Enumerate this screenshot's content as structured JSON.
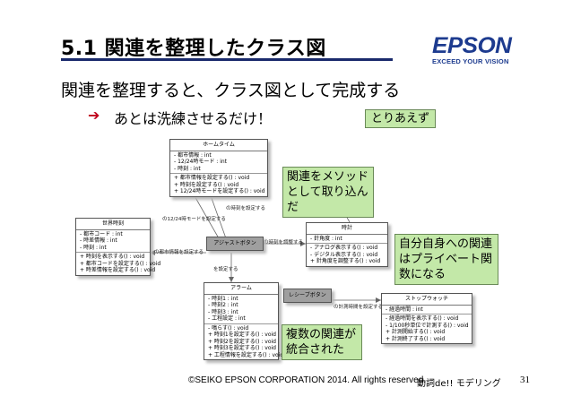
{
  "slide": {
    "title": "5.1 関連を整理したクラス図",
    "heading": "関連を整理すると、クラス図として完成する",
    "bullet_arrow": "➔",
    "bullet_text": "あとは洗練させるだけ！"
  },
  "logo": {
    "word": "EPSON",
    "tagline": "EXCEED YOUR VISION"
  },
  "callouts": {
    "toriaezu": "とりあえず",
    "method": "関連をメソッドとして取り込んだ",
    "self": "自分自身への関連はプライベート関数になる",
    "merged": "複数の関連が統合された"
  },
  "diagram": {
    "home_time": {
      "name": "ホームタイム",
      "attributes": [
        "- 都市情報 : int",
        "- 12/24時モード : int",
        "- 時刻 : int"
      ],
      "operations": [
        "+ 都市情報を設定する() : void",
        "+ 時刻を設定する() : void",
        "+ 12/24時モードを設定する() : void"
      ]
    },
    "world_time": {
      "name": "世界時刻",
      "attributes": [
        "- 都市コード : int",
        "- 時差情報 : int",
        "- 時刻 : int"
      ],
      "operations": [
        "+ 時刻を表示する() : void",
        "+ 都市コードを設定する() : void",
        "+ 時差情報を設定する() : void"
      ]
    },
    "adjust_button": {
      "name": "アジャストボタン"
    },
    "clock": {
      "name": "時計",
      "attributes": [
        "- 針角度 : int"
      ],
      "operations": [
        "- アナログ表示する() : void",
        "- デジタル表示する() : void",
        "+ 針角度を調整する() : void"
      ]
    },
    "alarm": {
      "name": "アラーム",
      "attributes": [
        "- 時刻1 : int",
        "- 時刻2 : int",
        "- 時刻3 : int",
        "- 工程設定 : int"
      ],
      "operations": [
        "- 鳴らす() : void",
        "+ 時刻1を設定する() : void",
        "+ 時刻2を設定する() : void",
        "+ 時刻3を設定する() : void",
        "+ 工程情報を設定する() : void"
      ]
    },
    "lap_button": {
      "name": "レシーブボタン"
    },
    "stopwatch": {
      "name": "ストップウォッチ",
      "attributes": [
        "- 経過時間 : int"
      ],
      "operations": [
        "- 経過時間を表示する() : void",
        "- 1/100秒単位で計測する() : void",
        "+ 計測開始する() : void",
        "+ 計測終了する() : void"
      ]
    },
    "associations": {
      "a1224": "の12/24時モードを設定する",
      "time_set": "の時刻を設定する",
      "city_set": "の都市情報を設定する",
      "hand_adjust": "の時刻を調整する",
      "alarm_set": "を設定する",
      "measure": "の計測時間を設定する"
    }
  },
  "footer": {
    "copyright": "©SEIKO EPSON CORPORATION 2014. All rights reserved.",
    "series": "動詞de!! モデリング",
    "page": "31"
  },
  "colors": {
    "callout_fill": "#c3e8a8",
    "logo_blue": "#1d3b8f",
    "arrow_red": "#c0001c",
    "title_rule": "#1a2a6c"
  }
}
